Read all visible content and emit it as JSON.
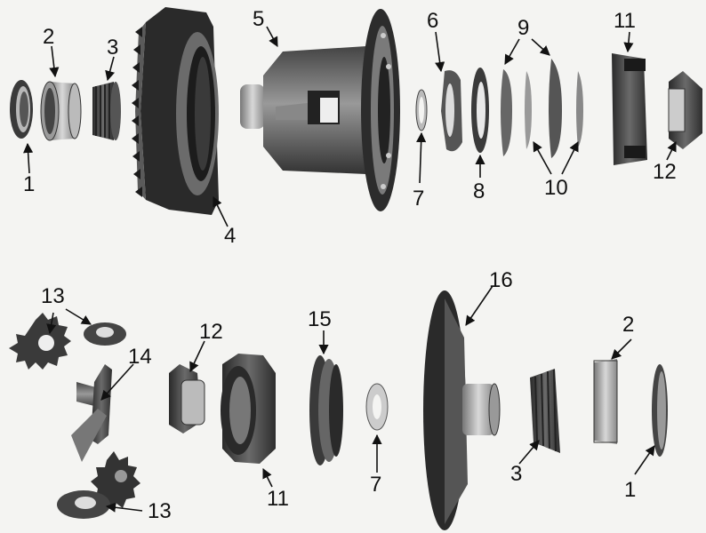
{
  "callouts": {
    "top": {
      "bearing_race_1": "1",
      "bearing_cup_2": "2",
      "bearing_cone_3": "3",
      "ring_gear_4": "4",
      "diff_case_5": "5",
      "friction_plate_6": "6",
      "thrust_washer_7": "7",
      "clutch_disc_8": "8",
      "clutch_plates_9": "9",
      "clutch_discs_10": "10",
      "side_gear_ring_11": "11",
      "side_gear_12": "12"
    },
    "bottom": {
      "pinion_gears_13a": "13",
      "pinion_gears_13b": "13",
      "cross_shaft_14": "14",
      "side_gear_12": "12",
      "side_gear_ring_11": "11",
      "clutch_pack_15": "15",
      "thrust_washer_7": "7",
      "case_half_16": "16",
      "bearing_cone_3": "3",
      "bearing_cup_2": "2",
      "bearing_race_1": "1"
    }
  }
}
